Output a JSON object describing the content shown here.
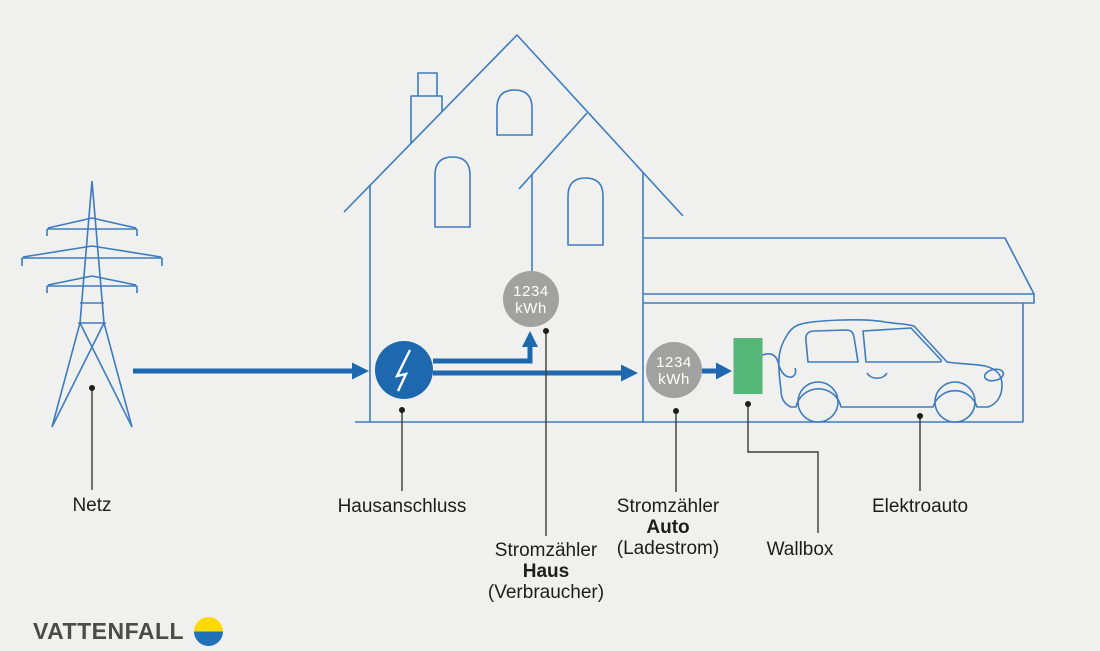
{
  "colors": {
    "background": "#f0f0ee",
    "outline_blue": "#3d7cbf",
    "accent_blue": "#1e68b0",
    "meter_gray": "#a1a1a0",
    "wallbox_green": "#55b878",
    "label_dark": "#1d1d1b",
    "leader_line": "#3a3a38",
    "logo_text": "#4b4b4a",
    "logo_yellow": "#ffda00",
    "logo_blue": "#2071b5"
  },
  "meters": {
    "haus": {
      "value": "1234",
      "unit": "kWh"
    },
    "auto": {
      "value": "1234",
      "unit": "kWh"
    }
  },
  "labels": {
    "netz": "Netz",
    "hausanschluss": "Hausanschluss",
    "meter_haus": {
      "line1": "Stromzähler",
      "line2": "Haus",
      "line3": "(Verbraucher)"
    },
    "meter_auto": {
      "line1": "Stromzähler",
      "line2": "Auto",
      "line3": "(Ladestrom)"
    },
    "wallbox": "Wallbox",
    "elektroauto": "Elektroauto"
  },
  "logo": {
    "wordmark": "VATTENFALL"
  }
}
